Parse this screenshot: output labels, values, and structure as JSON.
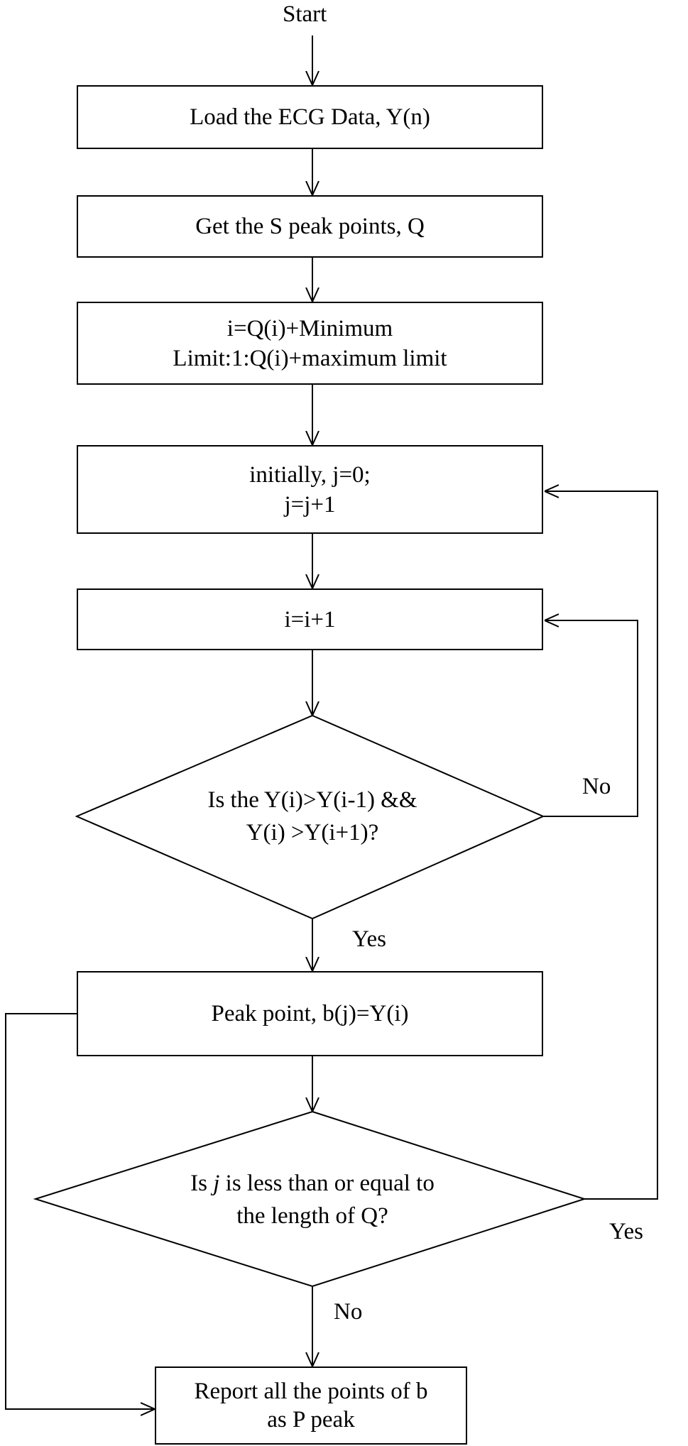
{
  "flowchart": {
    "start": "Start",
    "steps": {
      "load": [
        "Load the ECG Data, Y(n)"
      ],
      "get_peaks": [
        "Get the S peak points, Q"
      ],
      "init_i": [
        "i=Q(i)+Minimum",
        "Limit:1:Q(i)+maximum limit"
      ],
      "init_j": [
        "initially, j=0;",
        "j=j+1"
      ],
      "incr_i": [
        "i=i+1"
      ],
      "peak_point": [
        "Peak point, b(j)=Y(i)"
      ],
      "report": [
        "Report all the points of b",
        "as P peak"
      ]
    },
    "decisions": {
      "local_max": [
        "Is the Y(i)>Y(i-1) &&",
        "Y(i) >Y(i+1)?"
      ],
      "j_check": {
        "line1_pre": "Is ",
        "line1_var": "j",
        "line1_post": " is less than or equal to",
        "line2": "the length of Q?"
      }
    },
    "edge_labels": {
      "local_max_no": "No",
      "local_max_yes": "Yes",
      "j_check_yes": "Yes",
      "j_check_no": "No"
    }
  }
}
